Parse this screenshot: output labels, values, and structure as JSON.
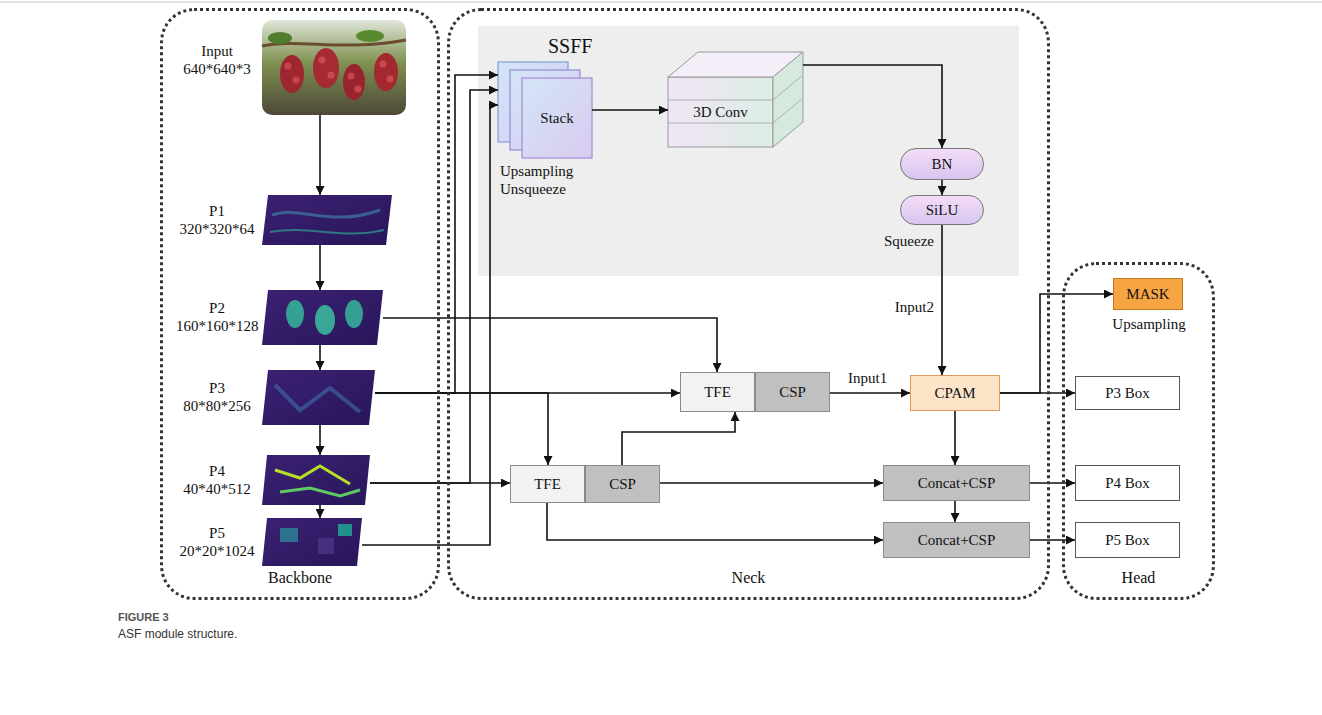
{
  "diagram": {
    "caption": "ASF module structure.",
    "nodes": [
      {
        "text": [
          "Backbone"
        ]
      },
      {
        "text": [
          "Input 640*640*3"
        ],
        "in": 0
      },
      {
        "text": [
          "P1 320*320*64"
        ],
        "in": 0
      },
      {
        "text": [
          "P2 160*160*128"
        ],
        "in": 0
      },
      {
        "text": [
          "P3 80*80*256"
        ],
        "in": 0
      },
      {
        "text": [
          "P4 40*40*512"
        ],
        "in": 0
      },
      {
        "text": [
          "P5 20*20*1024"
        ],
        "in": 0
      },
      {
        "text": [
          "Neck"
        ]
      },
      {
        "text": [
          "SSFF"
        ],
        "in": 7
      },
      {
        "text": [
          "Stack",
          "Upsampling Unsqueeze"
        ],
        "in": 8
      },
      {
        "text": [
          "3D Conv"
        ],
        "in": 8
      },
      {
        "text": [
          "BN"
        ],
        "in": 8
      },
      {
        "text": [
          "SiLU",
          "Squeeze"
        ],
        "in": 8
      },
      {
        "text": [
          "TFE"
        ],
        "in": 7
      },
      {
        "text": [
          "CSP"
        ],
        "in": 7
      },
      {
        "text": [
          "CPAM"
        ],
        "in": 7
      },
      {
        "text": [
          "TFE"
        ],
        "in": 7
      },
      {
        "text": [
          "CSP"
        ],
        "in": 7
      },
      {
        "text": [
          "Concat+CSP"
        ],
        "in": 7
      },
      {
        "text": [
          "Concat+CSP"
        ],
        "in": 7
      },
      {
        "text": [
          "Head"
        ]
      },
      {
        "text": [
          "MASK",
          "Upsampling"
        ],
        "in": 20
      },
      {
        "text": [
          "P3 Box"
        ],
        "in": 20
      },
      {
        "text": [
          "P4 Box"
        ],
        "in": 20
      },
      {
        "text": [
          "P5 Box"
        ],
        "in": 20
      }
    ],
    "edges": [
      {
        "from": 1,
        "to": 2,
        "arrow": "to"
      },
      {
        "from": 2,
        "to": 3,
        "arrow": "to"
      },
      {
        "from": 3,
        "to": 4,
        "arrow": "to"
      },
      {
        "from": 4,
        "to": 5,
        "arrow": "to"
      },
      {
        "from": 5,
        "to": 6,
        "arrow": "to"
      },
      {
        "from": 4,
        "to": 9,
        "arrow": "to"
      },
      {
        "from": 5,
        "to": 9,
        "arrow": "to"
      },
      {
        "from": 6,
        "to": 9,
        "arrow": "to"
      },
      {
        "from": 9,
        "to": 10,
        "arrow": "to"
      },
      {
        "from": 10,
        "to": 11,
        "arrow": "to"
      },
      {
        "from": 11,
        "to": 12,
        "arrow": "to"
      },
      {
        "from": 12,
        "to": 15,
        "label": "Input2",
        "arrow": "to"
      },
      {
        "from": 3,
        "to": 13,
        "arrow": "to"
      },
      {
        "from": 4,
        "to": 13,
        "arrow": "to"
      },
      {
        "from": 4,
        "to": 16,
        "arrow": "to"
      },
      {
        "from": 5,
        "to": 16,
        "arrow": "to"
      },
      {
        "from": 17,
        "to": 13,
        "arrow": "to"
      },
      {
        "from": 17,
        "to": 18,
        "arrow": "to"
      },
      {
        "from": 16,
        "to": 19,
        "arrow": "to"
      },
      {
        "from": 14,
        "to": 15,
        "label": "Input1",
        "arrow": "to"
      },
      {
        "from": 15,
        "to": 18,
        "arrow": "to"
      },
      {
        "from": 18,
        "to": 19,
        "arrow": "to"
      },
      {
        "from": 15,
        "to": 22,
        "arrow": "to"
      },
      {
        "from": 15,
        "to": 21,
        "arrow": "to"
      },
      {
        "from": 18,
        "to": 23,
        "arrow": "to"
      },
      {
        "from": 19,
        "to": 24,
        "arrow": "to"
      }
    ],
    "labels": [
      "FIGURE 3"
    ]
  }
}
